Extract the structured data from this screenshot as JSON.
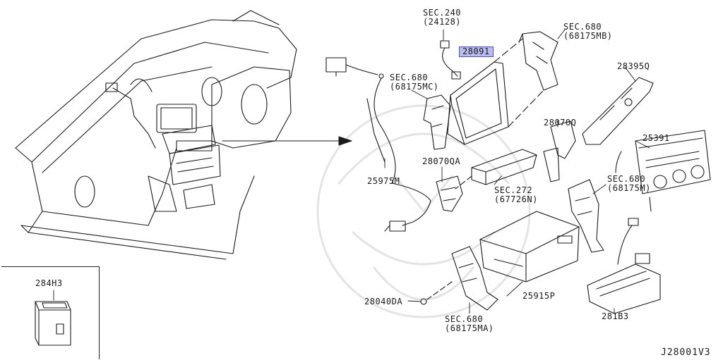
{
  "diagram_id": "J28001V3",
  "parts": {
    "p28091": "28091",
    "p28395q": "28395Q",
    "p25391": "25391",
    "p28070q": "28070Q",
    "p28070qa": "28070QA",
    "p25975m": "25975M",
    "p25915p": "25915P",
    "p28040da": "28040DA",
    "p281b3": "281B3",
    "p284h3": "284H3"
  },
  "sections": {
    "s240": {
      "sec": "SEC.240",
      "code": "(24128)"
    },
    "s680mb": {
      "sec": "SEC.680",
      "code": "(68175MB)"
    },
    "s680mc": {
      "sec": "SEC.680",
      "code": "(68175MC)"
    },
    "s272": {
      "sec": "SEC.272",
      "code": "(67726N)"
    },
    "s680m": {
      "sec": "SEC.680",
      "code": "(68175M)"
    },
    "s680ma": {
      "sec": "SEC.680",
      "code": "(68175MA)"
    }
  },
  "colors": {
    "highlight": "#b9bdf0",
    "line": "#1a1a1a",
    "watermark": "#e6e6e6"
  }
}
